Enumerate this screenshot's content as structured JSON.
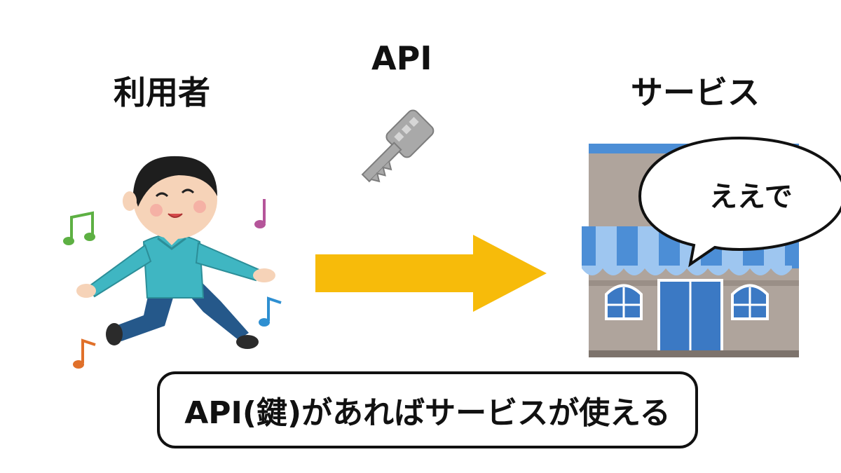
{
  "labels": {
    "user": "利用者",
    "api": "API",
    "service": "サービス"
  },
  "speech_bubble": {
    "text": "ええで"
  },
  "caption": {
    "text": "API(鍵)があればサービスが使える"
  },
  "colors": {
    "arrow": "#F7BB0A",
    "shirt": "#3FB6C2",
    "pants": "#25588A",
    "store_wall": "#AFA49C",
    "awning": "#4C8ED6",
    "key": "#A9A9A9"
  },
  "icons": {
    "person": "person-dancing-icon",
    "key": "key-icon",
    "store": "store-icon",
    "notes": "music-note-icon"
  }
}
